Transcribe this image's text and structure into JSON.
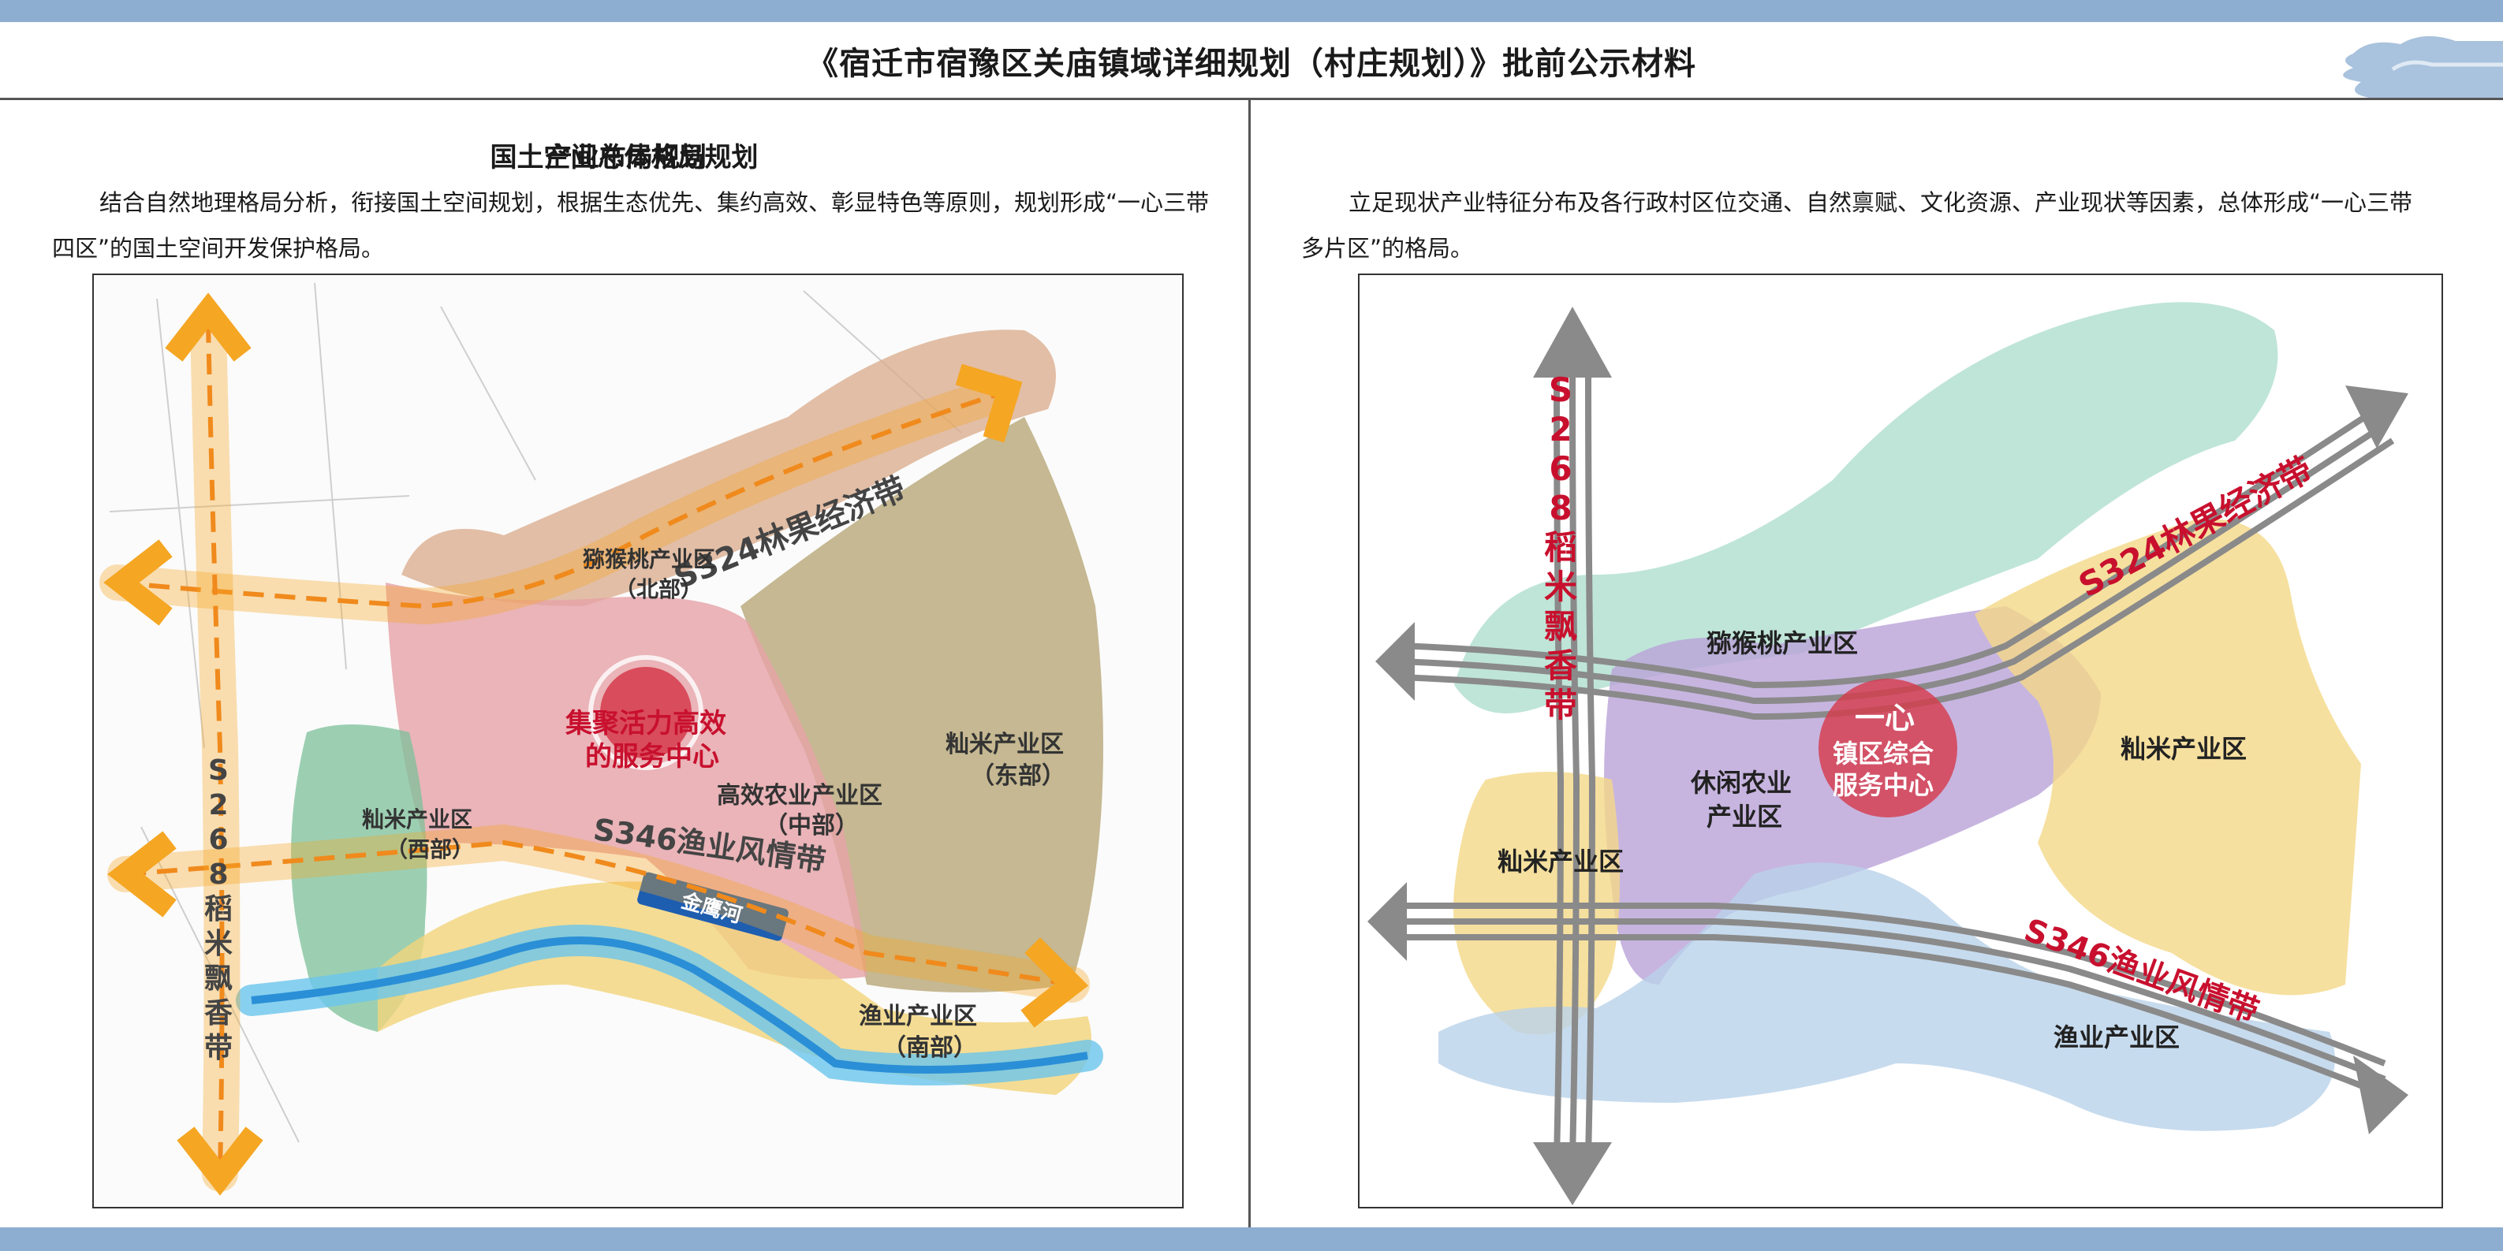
{
  "header": {
    "title": "《宿迁市宿豫区关庙镇域详细规划（村庄规划）》批前公示材料"
  },
  "left": {
    "title": "国土空间总体格局规划",
    "description": "结合自然地理格局分析，衔接国土空间规划，根据生态优先、集约高效、彰显特色等原则，规划形成“一心三带四区”的国土空间开发保护格局。",
    "map": {
      "belt_s324": "S324林果经济带",
      "belt_s346": "S346渔业风情带",
      "belt_s268": "S268稻米飘香带",
      "zone_north": "猕猴桃产业区",
      "zone_north_sub": "（北部）",
      "zone_east": "籼米产业区",
      "zone_east_sub": "（东部）",
      "zone_west": "籼米产业区",
      "zone_west_sub": "（西部）",
      "zone_middle": "高效农业产业区",
      "zone_middle_sub": "（中部）",
      "zone_south": "渔业产业区",
      "zone_south_sub": "（南部）",
      "center_line1": "集聚活力高效",
      "center_line2": "的服务中心",
      "river_label": "金鹰河"
    }
  },
  "right": {
    "title": "产业布局规划",
    "description": "立足现状产业特征分布及各行政村区位交通、自然禀赋、文化资源、产业现状等因素，总体形成“一心三带多片区”的格局。",
    "map": {
      "belt_s324": "S324林果经济带",
      "belt_s346": "S346渔业风情带",
      "belt_s268": "S268稻米飘香带",
      "zone_kiwi": "猕猴桃产业区",
      "zone_leisure_line1": "休闲农业",
      "zone_leisure_line2": "产业区",
      "zone_rice_east": "籼米产业区",
      "zone_rice_west": "籼米产业区",
      "zone_fishery": "渔业产业区",
      "center_line1": "一心",
      "center_line2": "镇区综合",
      "center_line3": "服务中心"
    }
  },
  "colors": {
    "bar": "#8daed0",
    "arrow_orange": "#f5a623",
    "center_red": "#d63a4a",
    "belt_red": "#c8102e"
  }
}
